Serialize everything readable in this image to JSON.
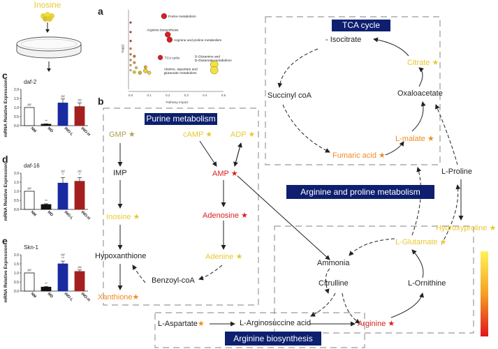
{
  "inosine_label": "Inosine",
  "panel_labels": {
    "a": "a",
    "b": "b",
    "c": "c",
    "d": "d",
    "e": "e"
  },
  "colors": {
    "yellow": "#e8c832",
    "orange": "#f08a1e",
    "red": "#d81e1e",
    "olive": "#b0a050",
    "navy": "#0d1f6e",
    "bar_blue": "#1a2aa0",
    "bar_red": "#a3201e",
    "bar_black": "#111111",
    "gradient_top": "#fff35a",
    "gradient_bottom": "#e0141e"
  },
  "bar_charts": [
    {
      "id": "c",
      "gene": "daf-2",
      "ylabel": "mRNA Relative Expression",
      "ylim": [
        0,
        2.0
      ],
      "yticks": [
        "0.0",
        "0.5",
        "1.0",
        "1.5",
        "2.0"
      ],
      "categories": [
        "NM",
        "MD",
        "INO-L",
        "INO-H"
      ],
      "values": [
        1.0,
        0.08,
        1.25,
        1.05
      ],
      "errors": [
        0.0,
        0.02,
        0.22,
        0.2
      ],
      "annotations": [
        "##",
        "**",
        "##",
        "##"
      ]
    },
    {
      "id": "d",
      "gene": "daf-16",
      "ylabel": "mRNA Relative Expression",
      "ylim": [
        0,
        2.0
      ],
      "yticks": [
        "0.0",
        "0.5",
        "1.0",
        "1.5",
        "2.0"
      ],
      "categories": [
        "NM",
        "MD",
        "INO-L",
        "INO-H"
      ],
      "values": [
        1.0,
        0.27,
        1.45,
        1.55
      ],
      "errors": [
        0.0,
        0.04,
        0.3,
        0.2
      ],
      "annotations": [
        "##",
        "**",
        "##\n*",
        "##\n*"
      ]
    },
    {
      "id": "e",
      "gene": "Skn-1",
      "ylabel": "mRNA Relative Expression",
      "ylim": [
        0,
        2.0
      ],
      "yticks": [
        "0.0",
        "0.5",
        "1.0",
        "1.5",
        "2.0"
      ],
      "categories": [
        "NM",
        "MD",
        "INO-L",
        "INO-H"
      ],
      "values": [
        1.0,
        0.22,
        1.5,
        1.08
      ],
      "errors": [
        0.0,
        0.03,
        0.15,
        0.08
      ],
      "annotations": [
        "##",
        "**",
        "##\n**",
        "##"
      ]
    }
  ],
  "chart_data": {
    "type": "scatter",
    "xlabel": "Pathway Impact",
    "ylabel": "-log(p)",
    "xlim": [
      0,
      0.5
    ],
    "xticks": [
      "0.0",
      "0.1",
      "0.2",
      "0.3",
      "0.4",
      "0.5"
    ],
    "points": [
      {
        "x": 0.18,
        "y": 11.5,
        "label": "Purine metabolism",
        "color": "#d81e1e",
        "r": 4
      },
      {
        "x": 0.2,
        "y": 8.6,
        "label": "Arginine biosynthesis",
        "color": "#d81e1e",
        "r": 4
      },
      {
        "x": 0.21,
        "y": 7.8,
        "label": "Arginine and proline metabolism",
        "color": "#d81e1e",
        "r": 4
      },
      {
        "x": 0.16,
        "y": 5.0,
        "label": "TCA cycle",
        "color": "#d81e1e",
        "r": 3.5
      },
      {
        "x": 0.45,
        "y": 3.9,
        "label": "D-Glutamine and D-Glutamate metabolism",
        "color": "#f2e23a",
        "r": 5.5
      },
      {
        "x": 0.45,
        "y": 3.0,
        "label": "Alanine, aspartate and glutamate metabolism",
        "color": "#f2e23a",
        "r": 5.5
      },
      {
        "x": 0.0,
        "y": 10.5,
        "label": "",
        "color": "#d81e1e",
        "r": 1.4
      },
      {
        "x": 0.0,
        "y": 9.0,
        "label": "",
        "color": "#d81e1e",
        "r": 1.4
      },
      {
        "x": 0.0,
        "y": 7.6,
        "label": "",
        "color": "#d81e1e",
        "r": 1.4
      },
      {
        "x": 0.0,
        "y": 6.4,
        "label": "",
        "color": "#e06020",
        "r": 1.4
      },
      {
        "x": 0.0,
        "y": 5.5,
        "label": "",
        "color": "#e06020",
        "r": 1.4
      },
      {
        "x": 0.0,
        "y": 4.6,
        "label": "",
        "color": "#e08020",
        "r": 1.4
      },
      {
        "x": 0.0,
        "y": 3.8,
        "label": "",
        "color": "#e0a020",
        "r": 1.4
      },
      {
        "x": 0.0,
        "y": 3.0,
        "label": "",
        "color": "#e0c030",
        "r": 1.4
      },
      {
        "x": 0.02,
        "y": 5.2,
        "label": "",
        "color": "#e06020",
        "r": 1.8
      },
      {
        "x": 0.02,
        "y": 4.2,
        "label": "",
        "color": "#e0a020",
        "r": 1.8
      },
      {
        "x": 0.03,
        "y": 3.4,
        "label": "",
        "color": "#e0c030",
        "r": 1.8
      },
      {
        "x": 0.02,
        "y": 2.7,
        "label": "",
        "color": "#e0c030",
        "r": 2
      },
      {
        "x": 0.05,
        "y": 2.6,
        "label": "",
        "color": "#d8b020",
        "r": 2.5
      },
      {
        "x": 0.08,
        "y": 2.9,
        "label": "",
        "color": "#e8d030",
        "r": 3
      },
      {
        "x": 0.08,
        "y": 3.5,
        "label": "",
        "color": "#f0a020",
        "r": 2.2
      },
      {
        "x": 0.1,
        "y": 2.6,
        "label": "",
        "color": "#e8d030",
        "r": 2.5
      }
    ]
  },
  "pathways": {
    "purine": "Purine metabolism",
    "tca": "TCA cycle",
    "arg_pro": "Arginine and proline metabolism",
    "arg_bio": "Arginine biosynthesis"
  },
  "metabolites": {
    "gmp": "GMP",
    "camp": "cAMP",
    "adp": "ADP",
    "imp": "IMP",
    "amp": "AMP",
    "inosine": "Inosine",
    "adenosine": "Adenosine",
    "hypoxanthione": "Hypoxanthione",
    "adenine": "Adenine",
    "benzoylcoa": "Benzoyl-coA",
    "xanthione": "Xanthione",
    "isocitrate": "Isocitrate",
    "citrate": "Citrate",
    "succinylcoa": "Succinyl coA",
    "oxaloacetate": "Oxaloacetate",
    "lmalate": "L-malate",
    "fumaric": "Fumaric acid",
    "lproline": "L-Proline",
    "hydroxyproline": "Hydroxyproline",
    "lglutamate": "L-Glutamate",
    "ammonia": "Ammonia",
    "citrulline": "Citrulline",
    "lornithine": "L-Ornithine",
    "laspartate": "L-Aspartate",
    "larginosuccine": "L-Arginosuccine acid",
    "arginine": "Arginine"
  }
}
